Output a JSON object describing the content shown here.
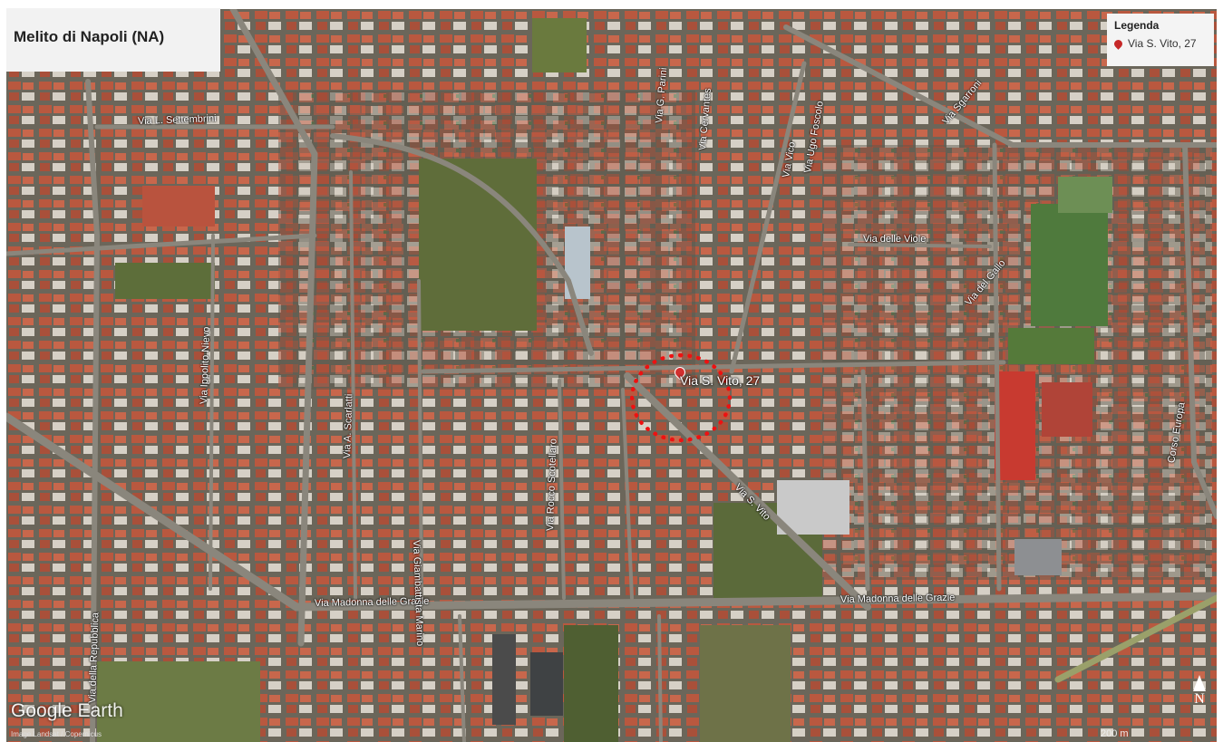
{
  "title": "Melito di Napoli (NA)",
  "legend": {
    "title": "Legenda",
    "entry_label": "Via S. Vito, 27",
    "pin_color": "#c62828"
  },
  "marker": {
    "label": "Via S. Vito, 27",
    "ring_color": "#ee1111"
  },
  "streets": {
    "settembrini": "Via L. Settembrini",
    "sgarroni": "Via Sgarroni",
    "viole": "Via delle Viole",
    "madonna_grazie_1": "Via Madonna delle Grazie",
    "madonna_grazie_2": "Via Madonna delle Grazie",
    "san_vito": "Via S. Vito",
    "corso_europa": "Corso Europa",
    "cervantes": "Via Cervantes",
    "parini": "Via G. Parini",
    "vico": "Via Vico",
    "ugo_foscolo": "Via Ugo Foscolo",
    "scarlatti": "Via A. Scarlatti",
    "nievo": "Via Ippolito Nievo",
    "marino": "Via Giambattista Marino",
    "rocco_scotellaro": "Via Rocco Scotellaro",
    "repubblica": "Via della Repubblica",
    "gallo": "Via del Gallo"
  },
  "attribution": {
    "brand": "Google Earth",
    "credit": "Image Landsat / Copernicus",
    "scale": "200 m",
    "north": "N"
  }
}
